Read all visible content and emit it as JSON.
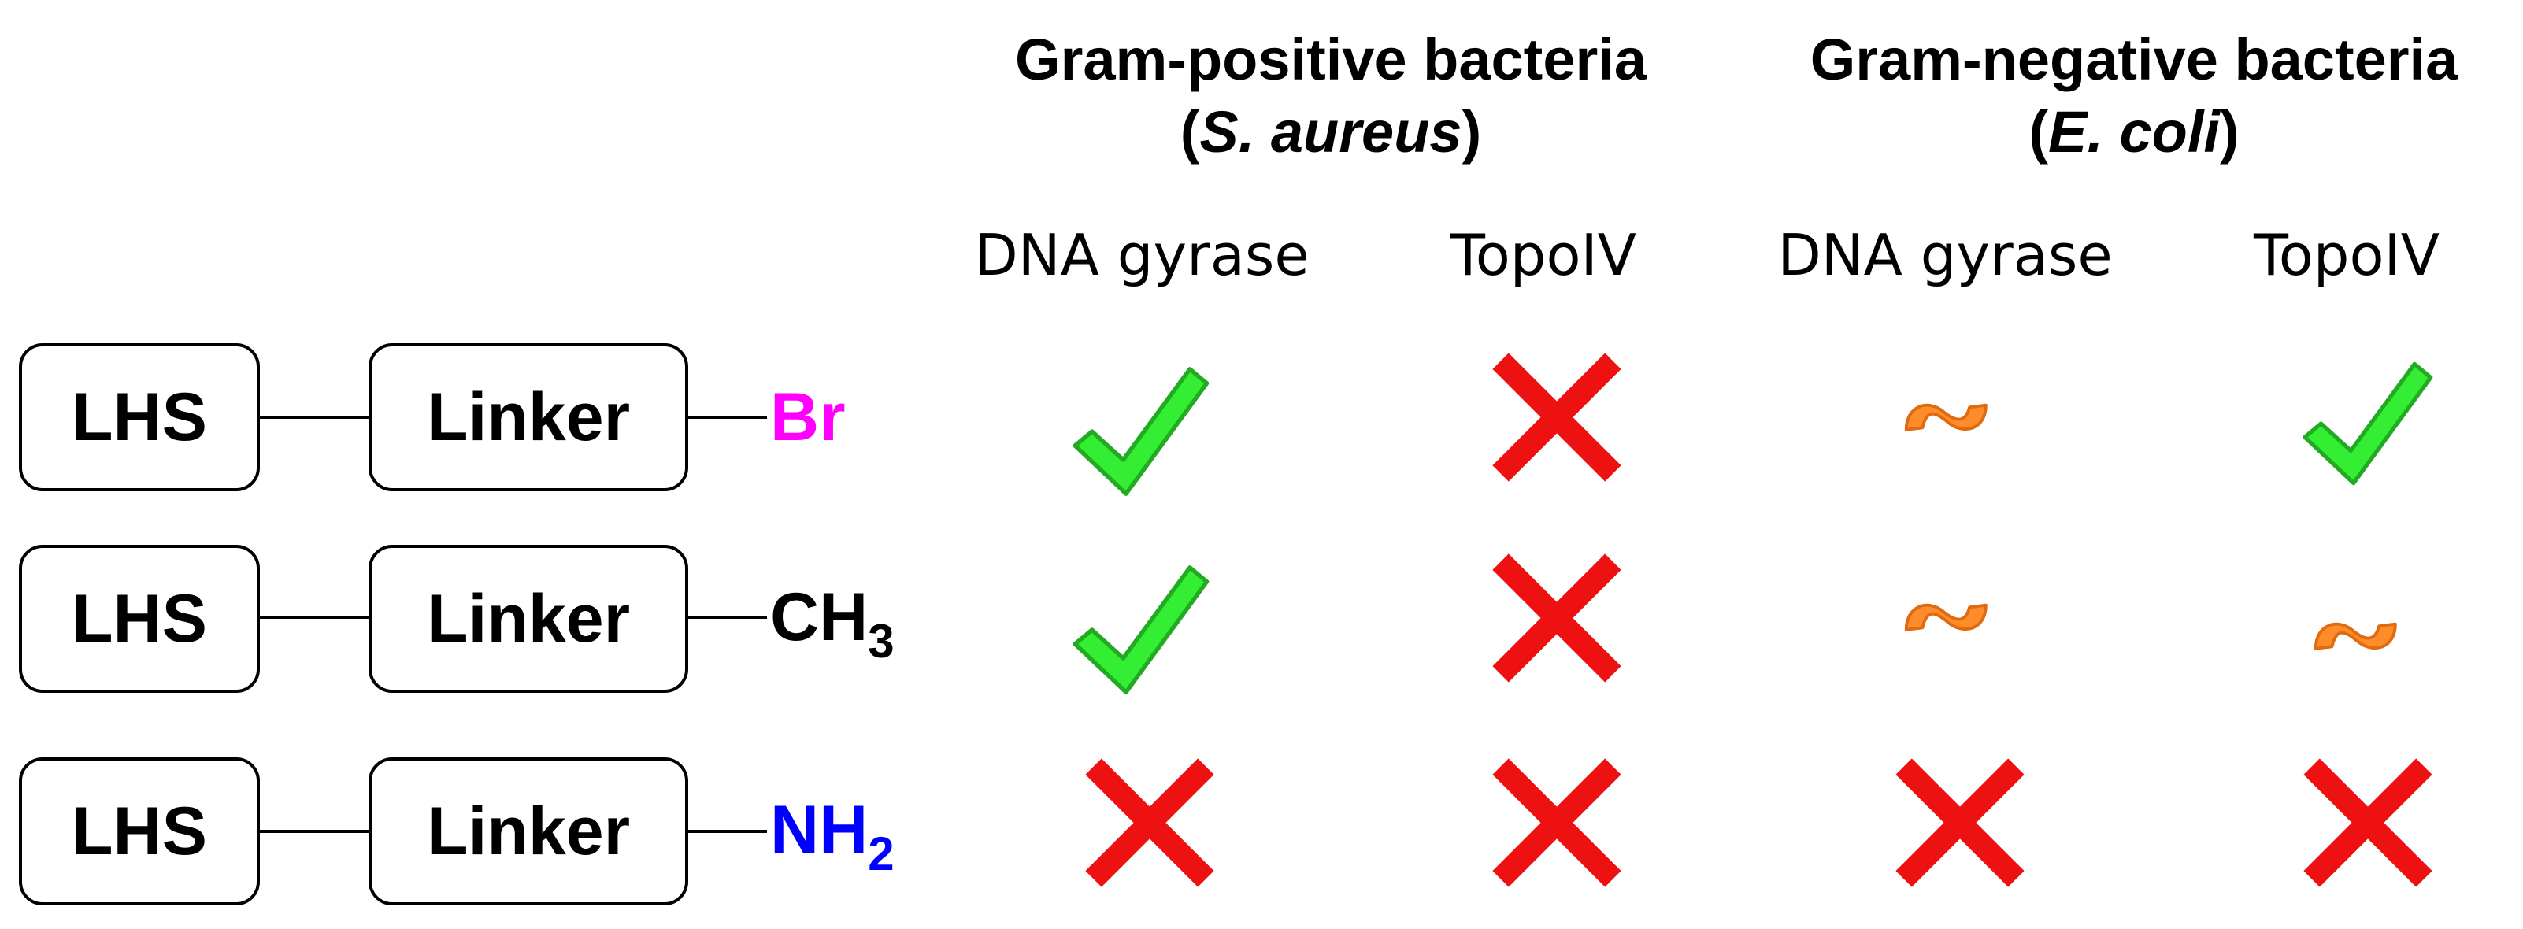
{
  "headers": {
    "gram_positive": {
      "title": "Gram-positive bacteria",
      "paren_open": "(",
      "species": "S. aureus",
      "paren_close": ")"
    },
    "gram_negative": {
      "title": "Gram-negative bacteria",
      "paren_open": "(",
      "species": "E. coli",
      "paren_close": ")"
    }
  },
  "targets": [
    "DNA gyrase",
    "TopoIV",
    "DNA gyrase",
    "TopoIV"
  ],
  "compounds": [
    {
      "lhs": "LHS",
      "linker": "Linker",
      "group_main": "Br",
      "group_sub": "",
      "group_color": "#ff00ff",
      "results": [
        "check",
        "cross",
        "tilde",
        "check"
      ]
    },
    {
      "lhs": "LHS",
      "linker": "Linker",
      "group_main": "CH",
      "group_sub": "3",
      "group_color": "#000000",
      "results": [
        "check",
        "cross",
        "tilde",
        "tilde"
      ]
    },
    {
      "lhs": "LHS",
      "linker": "Linker",
      "group_main": "NH",
      "group_sub": "2",
      "group_color": "#0000ff",
      "results": [
        "cross",
        "cross",
        "cross",
        "cross"
      ]
    }
  ],
  "symbols": {
    "check": {
      "icon": "check-icon",
      "fill": "#33ee33",
      "stroke": "#22aa22"
    },
    "cross": {
      "icon": "cross-icon",
      "fill": "#ee1111"
    },
    "tilde": {
      "icon": "tilde-icon",
      "fill": "#ff8c2a",
      "stroke": "#e06a10"
    }
  }
}
